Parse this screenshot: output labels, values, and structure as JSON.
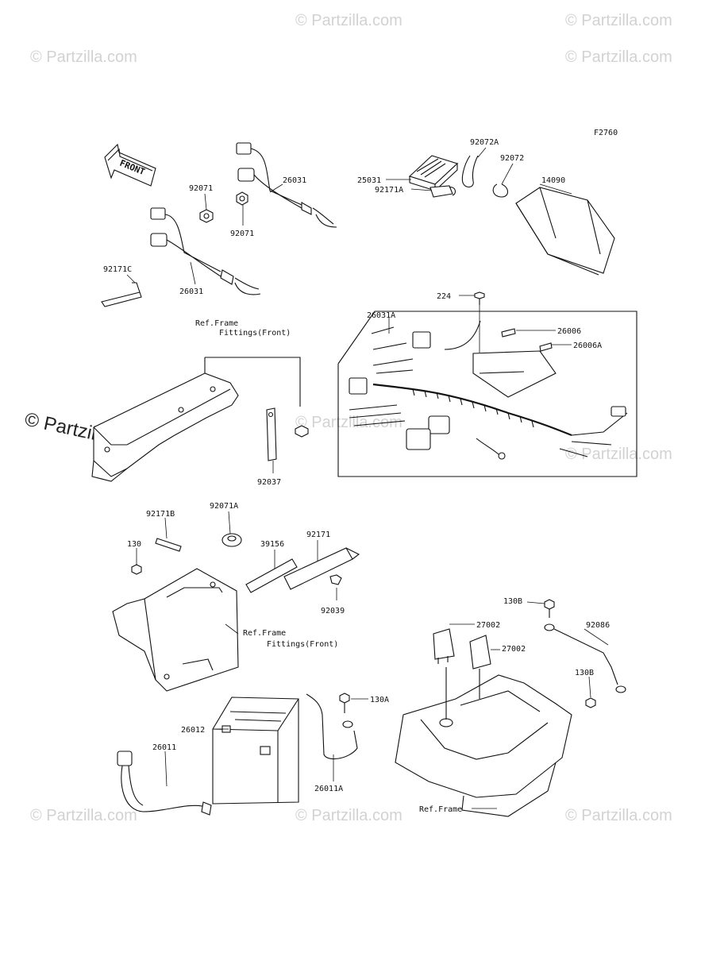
{
  "figure_code": "F2760",
  "front_arrow": "FRONT",
  "watermark": "© Partzilla.com",
  "watermark_large": "© Partzilla.com",
  "callouts": {
    "p92072A": "92072A",
    "p25031": "25031",
    "p92072": "92072",
    "p14090": "14090",
    "p92171A": "92171A",
    "p92071_top": "92071",
    "p26031_top": "26031",
    "p92071_bot": "92071",
    "p92171C": "92171C",
    "p26031_left": "26031",
    "p224": "224",
    "p26031A": "26031A",
    "p26006": "26006",
    "p26006A": "26006A",
    "ref_frame_1": "Ref.Frame",
    "fittings_1": "Fittings(Front)",
    "p92037": "92037",
    "p92171B": "92171B",
    "p92071A": "92071A",
    "p130": "130",
    "p39156": "39156",
    "p92171": "92171",
    "p92039": "92039",
    "ref_frame_2": "Ref.Frame",
    "fittings_2": "Fittings(Front)",
    "p130B_top": "130B",
    "p27002_a": "27002",
    "p92086": "92086",
    "p27002_b": "27002",
    "p130B_bot": "130B",
    "p130A": "130A",
    "p26012": "26012",
    "p26011": "26011",
    "p26011A": "26011A",
    "ref_frame_3": "Ref.Frame"
  }
}
